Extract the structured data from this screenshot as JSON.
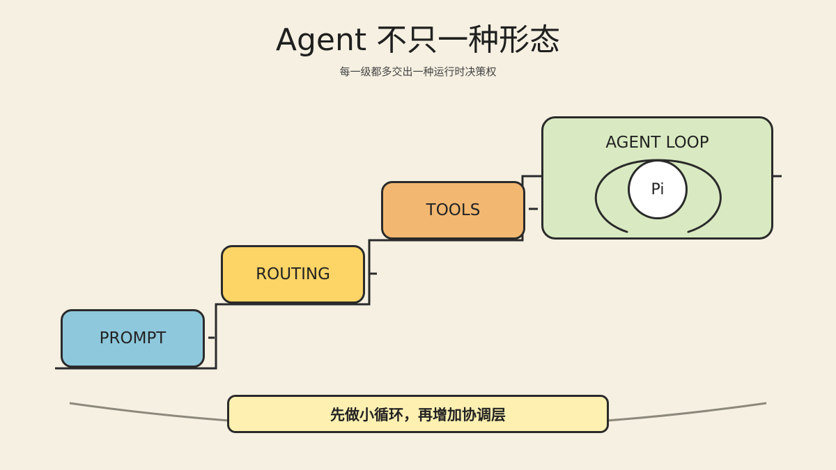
{
  "header": {
    "title": "Agent 不只一种形态",
    "subtitle": "每一级都多交出一种运行时决策权"
  },
  "steps": [
    {
      "label": "PROMPT",
      "color": "#8ec8dc"
    },
    {
      "label": "ROUTING",
      "color": "#fdd466"
    },
    {
      "label": "TOOLS",
      "color": "#f2b872"
    },
    {
      "label": "AGENT LOOP",
      "color": "#d9eac2",
      "inner_label": "Pi"
    }
  ],
  "footer": {
    "text": "先做小循环，再增加协调层",
    "color": "#fdf0b1"
  },
  "colors": {
    "background": "#f5f0e1",
    "stroke": "#2a2a2a",
    "arc": "#8c887c"
  }
}
